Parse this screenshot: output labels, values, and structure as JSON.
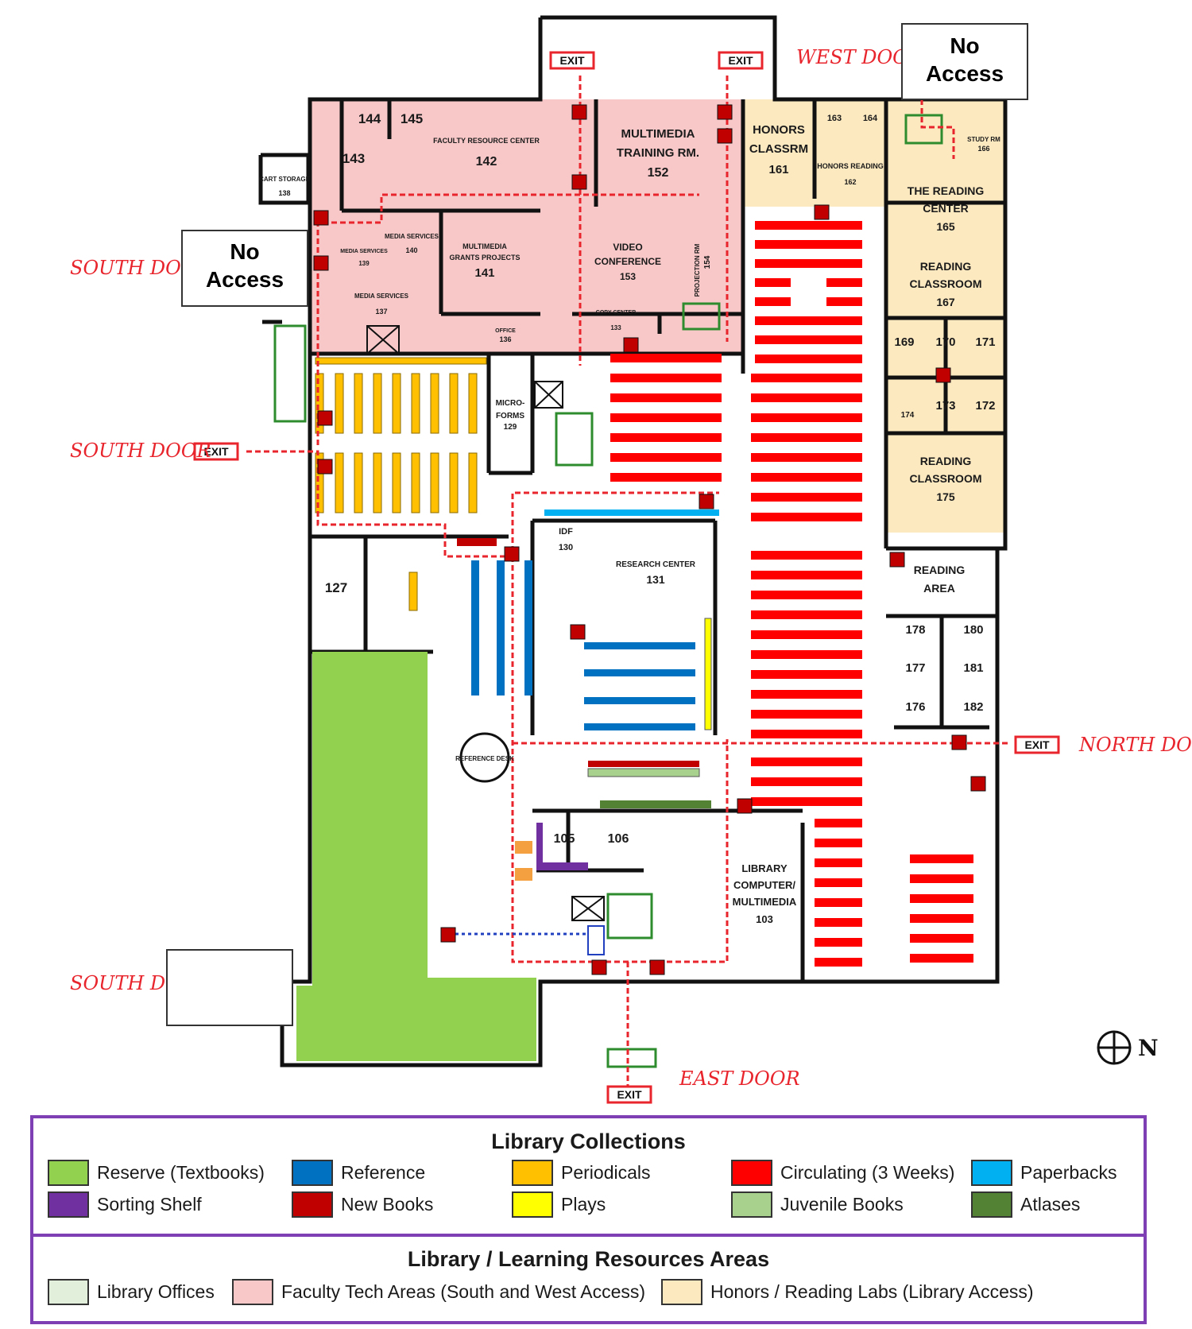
{
  "doors": {
    "west": "WEST DOOR",
    "south_upper": "SOUTH DOOR",
    "south_middle": "SOUTH DOOR",
    "south_lower": "SOUTH DOOR",
    "north": "NORTH DOOR",
    "east": "EAST DOOR",
    "exit": "EXIT"
  },
  "no_access": {
    "line1": "No",
    "line2": "Access"
  },
  "rooms": {
    "r144": "144",
    "r145": "145",
    "r143": "143",
    "faculty_resource": "FACULTY RESOURCE CENTER",
    "r142": "142",
    "cart_storage": "CART STORAGE",
    "r138": "138",
    "multimedia_training_1": "MULTIMEDIA",
    "multimedia_training_2": "TRAINING RM.",
    "r152": "152",
    "honors_1": "HONORS",
    "honors_2": "CLASSRM",
    "r161": "161",
    "r163": "163",
    "r164": "164",
    "honors_reading": "HONORS READING",
    "r162": "162",
    "study_rm": "STUDY RM",
    "r166": "166",
    "reading_center_1": "THE READING",
    "reading_center_2": "CENTER",
    "r165": "165",
    "media_services_140": "MEDIA SERVICES",
    "r140": "140",
    "media_services_139": "MEDIA SERVICES",
    "r139": "139",
    "mgp_1": "MULTIMEDIA",
    "mgp_2": "GRANTS PROJECTS",
    "r141": "141",
    "video_conf_1": "VIDEO",
    "video_conf_2": "CONFERENCE",
    "r153": "153",
    "projection_rm": "PROJECTION RM",
    "r154": "154",
    "reading_class_167_1": "READING",
    "reading_class_167_2": "CLASSROOM",
    "r167": "167",
    "media_services_137": "MEDIA SERVICES",
    "r137": "137",
    "copy_center": "COPY CENTER",
    "r133": "133",
    "office": "OFFICE",
    "r136": "136",
    "r169": "169",
    "r170": "170",
    "r171": "171",
    "r174": "174",
    "r173": "173",
    "r172": "172",
    "microforms_1": "MICRO-",
    "microforms_2": "FORMS",
    "r129": "129",
    "reading_class_175_1": "READING",
    "reading_class_175_2": "CLASSROOM",
    "r175": "175",
    "idf": "IDF",
    "r130": "130",
    "research_center": "RESEARCH CENTER",
    "r131": "131",
    "reading_area_1": "READING",
    "reading_area_2": "AREA",
    "r127": "127",
    "r178": "178",
    "r180": "180",
    "r177": "177",
    "r181": "181",
    "r176": "176",
    "r182": "182",
    "reference_desk": "REFERENCE DESK",
    "r105": "105",
    "r106": "106",
    "lcm_1": "LIBRARY",
    "lcm_2": "COMPUTER/",
    "lcm_3": "MULTIMEDIA",
    "r103": "103"
  },
  "compass": "N",
  "legend": {
    "collections_title": "Library Collections",
    "collections": [
      {
        "label": "Reserve (Textbooks)",
        "color": "#92d050"
      },
      {
        "label": "Reference",
        "color": "#0070c0"
      },
      {
        "label": "Periodicals",
        "color": "#ffc000"
      },
      {
        "label": "Circulating (3 Weeks)",
        "color": "#ff0000"
      },
      {
        "label": "Paperbacks",
        "color": "#00b0f0"
      },
      {
        "label": "Sorting Shelf",
        "color": "#7030a0"
      },
      {
        "label": "New Books",
        "color": "#c00000"
      },
      {
        "label": "Plays",
        "color": "#ffff00"
      },
      {
        "label": "Juvenile Books",
        "color": "#a9d18e"
      },
      {
        "label": "Atlases",
        "color": "#548235"
      }
    ],
    "areas_title": "Library / Learning Resources Areas",
    "areas": [
      {
        "label": "Library Offices",
        "color": "#e2efda"
      },
      {
        "label": "Faculty Tech Areas (South and West Access)",
        "color": "#f8c8c8"
      },
      {
        "label": "Honors / Reading Labs (Library Access)",
        "color": "#fce9c0"
      }
    ]
  }
}
